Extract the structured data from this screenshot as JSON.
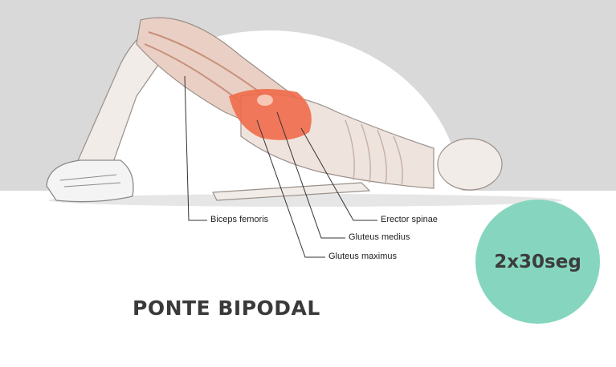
{
  "exercise": {
    "title": "PONTE BIPODAL",
    "sets_reps": "2x30seg"
  },
  "muscles": {
    "biceps_femoris": "Biceps femoris",
    "erector_spinae": "Erector spinae",
    "gluteus_medius": "Gluteus medius",
    "gluteus_maximus": "Gluteus maximus"
  },
  "colors": {
    "background_band": "#d9d9d9",
    "badge": "#86d6bf",
    "muscle_highlight": "#f06a4a",
    "title_text": "#3a3a3a"
  }
}
